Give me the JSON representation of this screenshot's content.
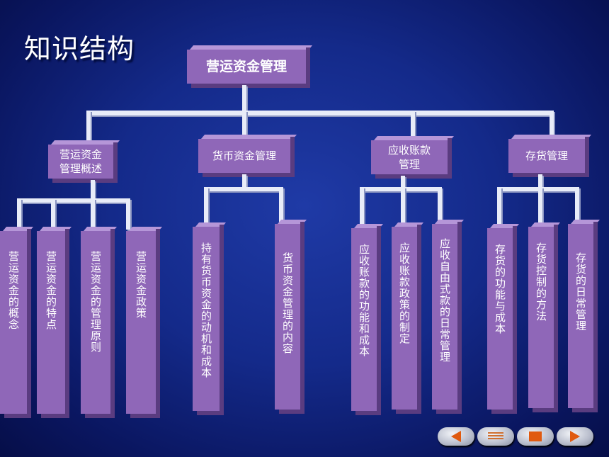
{
  "title": "知识结构",
  "root": "营运资金管理",
  "level1": [
    {
      "id": "a",
      "label": "营运资金\n管理概述"
    },
    {
      "id": "b",
      "label": "货币资金管理"
    },
    {
      "id": "c",
      "label": "应收账款\n管理"
    },
    {
      "id": "d",
      "label": "存货管理"
    }
  ],
  "level2": {
    "a": [
      "营运资金的概念",
      "营运资金的特点",
      "营运资金的管理原则",
      "营运资金政策"
    ],
    "b": [
      "持有货币资金的动机和成本",
      "货币资金管理的内容"
    ],
    "c": [
      "应收账款的功能和成本",
      "应收账款政策的制定",
      "应收自由式款的日常管理"
    ],
    "d": [
      "存货的功能与成本",
      "存货控制的方法",
      "存货的日常管理"
    ]
  },
  "nav": [
    "prev-icon",
    "menu-icon",
    "stop-icon",
    "next-icon"
  ]
}
